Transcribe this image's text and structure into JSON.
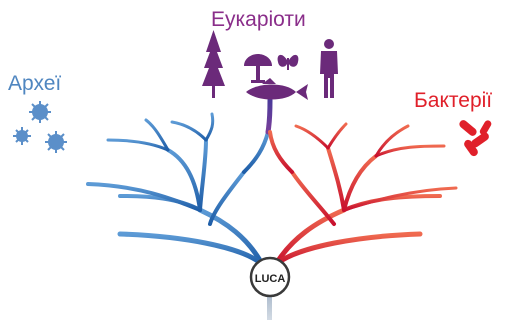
{
  "labels": {
    "eukaryotes": "Еукаріоти",
    "archaea": "Археї",
    "bacteria": "Бактерії",
    "root": "LUCA"
  },
  "colors": {
    "eukaryotes": "#8a2e8a",
    "archaea": "#4f86c0",
    "archaea_branch": "#2f6fb0",
    "bacteria": "#e0202a",
    "bacteria_branch": "#d73a3a",
    "trunk": "#a8b7c8",
    "icons_eukaryote": "#6b2a7a",
    "icons_archaea": "#5b8fc9"
  },
  "icons": [
    "tree-icon",
    "mushroom-icon",
    "butterfly-icon",
    "human-icon",
    "fish-icon",
    "archaea-cells-icon",
    "bacteria-cells-icon"
  ]
}
